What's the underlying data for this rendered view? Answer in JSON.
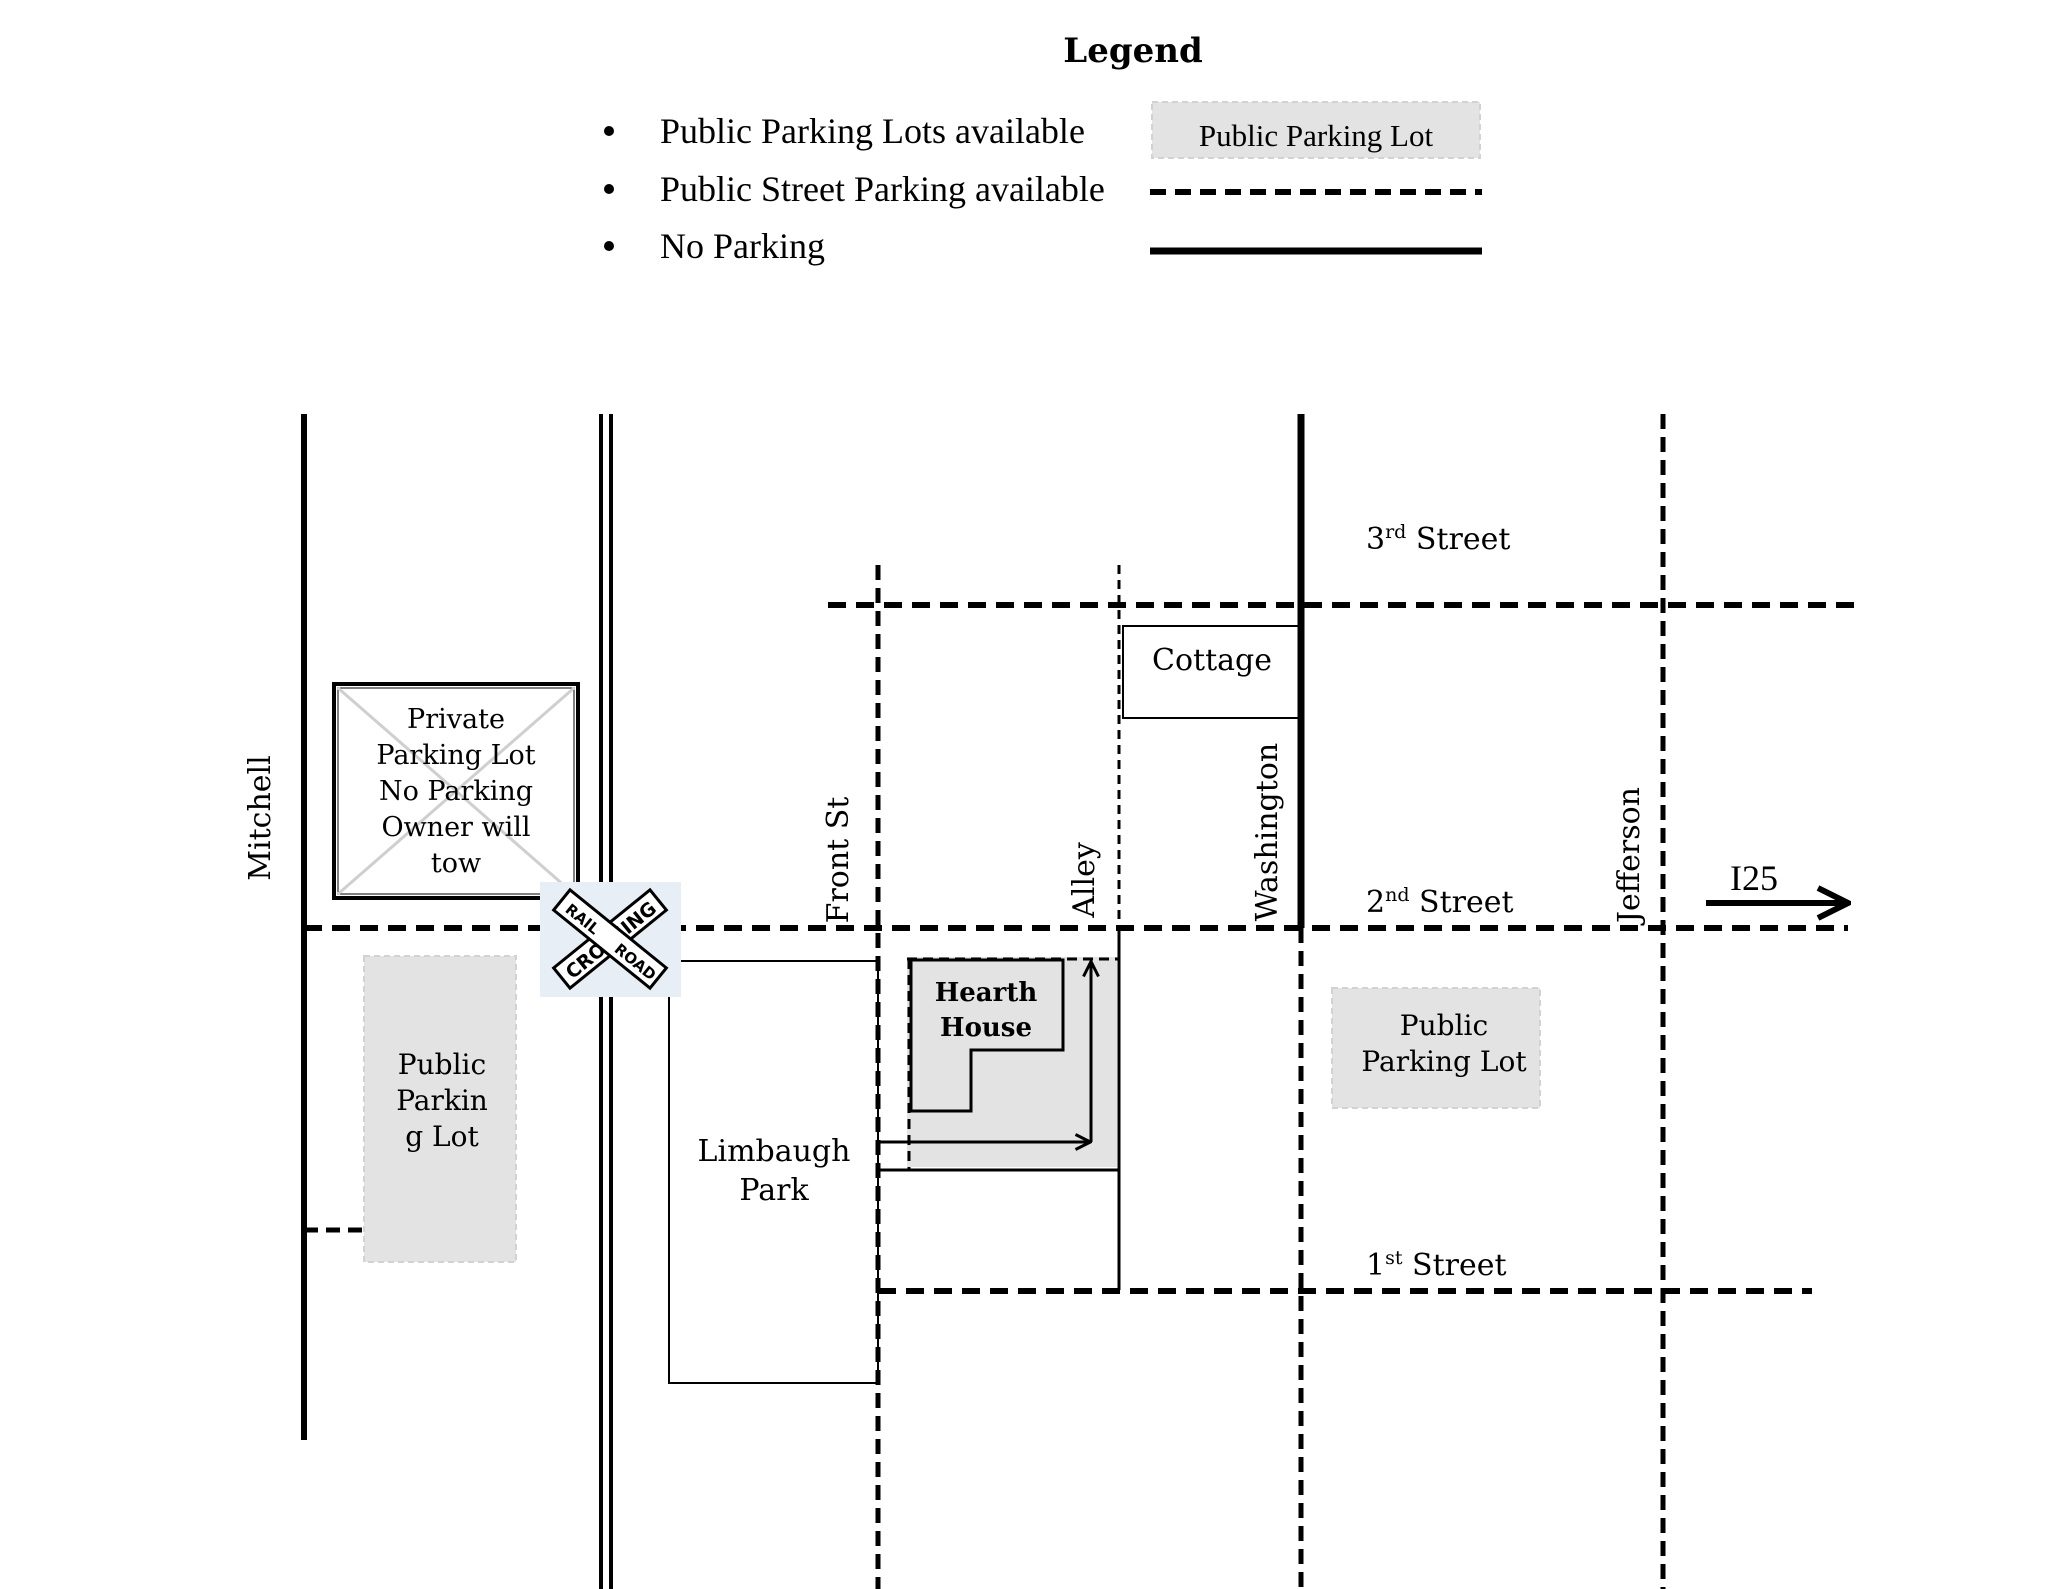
{
  "legend": {
    "title": "Legend",
    "items": [
      {
        "label": "Public Parking Lots available",
        "sample": "Public Parking Lot"
      },
      {
        "label": "Public Street Parking available"
      },
      {
        "label": "No Parking"
      }
    ]
  },
  "streets": {
    "third": {
      "num": "3",
      "suffix": "rd",
      "name": " Street"
    },
    "second": {
      "num": "2",
      "suffix": "nd",
      "name": " Street"
    },
    "first": {
      "num": "1",
      "suffix": "st",
      "name": " Street"
    },
    "mitchell": "Mitchell",
    "front": "Front St",
    "alley": "Alley",
    "washington": "Washington",
    "jefferson": "Jefferson",
    "highway": "I25"
  },
  "places": {
    "private_lot": [
      "Private",
      "Parking Lot",
      "No Parking",
      "Owner will",
      "tow"
    ],
    "public_lot_west": [
      "Public",
      "Parkin",
      "g Lot"
    ],
    "public_lot_east": [
      "Public",
      "Parking Lot"
    ],
    "cottage": "Cottage",
    "park": [
      "Limbaugh",
      "Park"
    ],
    "hearth": [
      "Hearth",
      "House"
    ]
  },
  "railroad_sign": {
    "top": "RAIL",
    "mid": "CROSSING",
    "bottom": "ROAD"
  },
  "colors": {
    "line": "#000000",
    "lot_fill": "#e3e3e3",
    "lot_border": "#d2d2d2",
    "rail_bg": "#e8eef6"
  }
}
